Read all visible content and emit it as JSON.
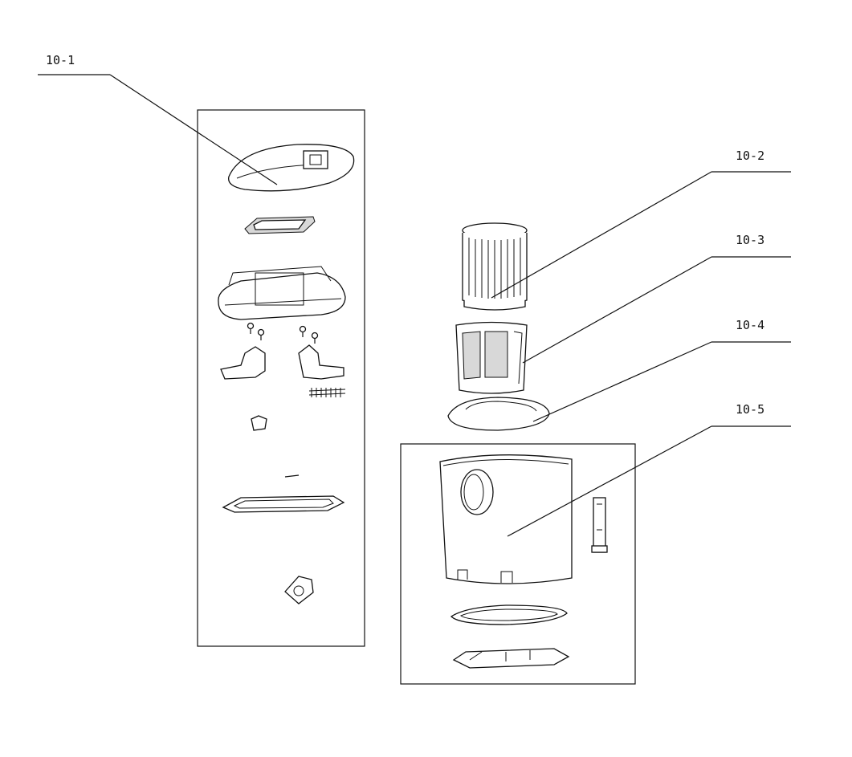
{
  "labels": {
    "p1": "10-1",
    "p2": "10-2",
    "p3": "10-3",
    "p4": "10-4",
    "p5": "10-5"
  }
}
